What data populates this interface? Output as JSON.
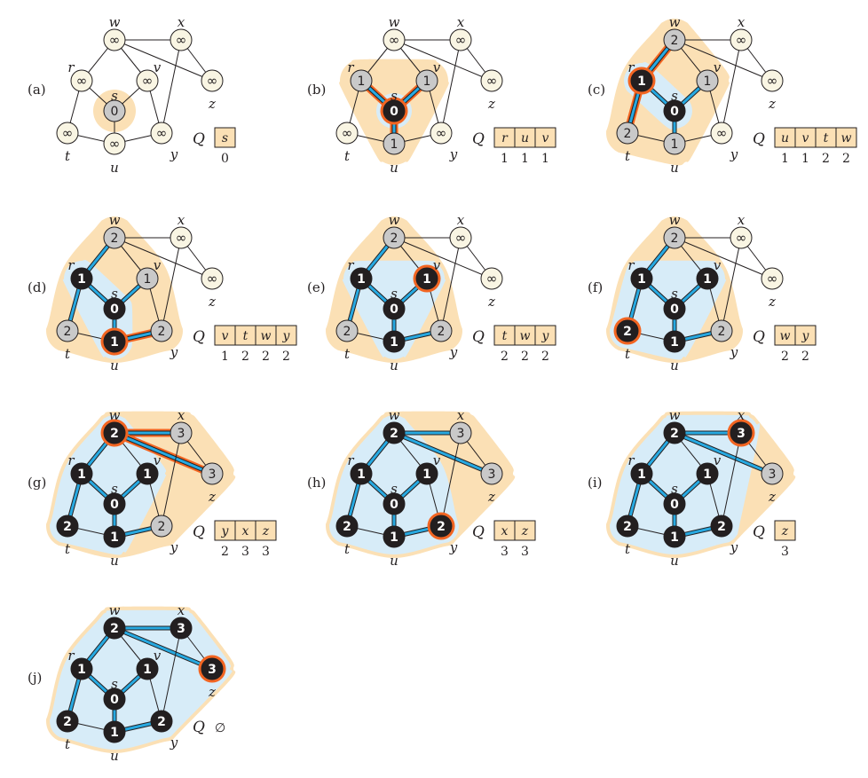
{
  "figure": {
    "infinity_symbol": "∞",
    "empty_queue_symbol": "∅",
    "queue_label": "Q",
    "colors": {
      "edge": "#231f20",
      "tree_edge": "#27a9e1",
      "highlight": "#f26522",
      "blue_region": "#d7ecf8",
      "orange_region": "#fbe0b5",
      "node_white": "#f9f5e3",
      "node_gray": "#c9c9c9",
      "node_black": "#231f20",
      "queue_fill": "#fbe0b5"
    },
    "vertices": [
      "s",
      "r",
      "u",
      "v",
      "w",
      "t",
      "y",
      "x",
      "z"
    ],
    "edges": [
      [
        "s",
        "r"
      ],
      [
        "s",
        "u"
      ],
      [
        "s",
        "v"
      ],
      [
        "r",
        "w"
      ],
      [
        "r",
        "t"
      ],
      [
        "u",
        "t"
      ],
      [
        "u",
        "y"
      ],
      [
        "v",
        "w"
      ],
      [
        "v",
        "y"
      ],
      [
        "w",
        "x"
      ],
      [
        "w",
        "z"
      ],
      [
        "x",
        "z"
      ],
      [
        "x",
        "y"
      ]
    ],
    "panels": [
      {
        "label": "(a)",
        "dist": {
          "s": "0",
          "r": "∞",
          "u": "∞",
          "v": "∞",
          "w": "∞",
          "t": "∞",
          "y": "∞",
          "x": "∞",
          "z": "∞"
        },
        "colors": {
          "s": "gray",
          "r": "white",
          "u": "white",
          "v": "white",
          "w": "white",
          "t": "white",
          "y": "white",
          "x": "white",
          "z": "white"
        },
        "tree_edges": [],
        "highlight_vertex": "",
        "highlight_edges": [],
        "queue": [
          {
            "v": "s",
            "d": "0"
          }
        ]
      },
      {
        "label": "(b)",
        "dist": {
          "s": "0",
          "r": "1",
          "u": "1",
          "v": "1",
          "w": "∞",
          "t": "∞",
          "y": "∞",
          "x": "∞",
          "z": "∞"
        },
        "colors": {
          "s": "black",
          "r": "gray",
          "u": "gray",
          "v": "gray",
          "w": "white",
          "t": "white",
          "y": "white",
          "x": "white",
          "z": "white"
        },
        "tree_edges": [
          [
            "s",
            "r"
          ],
          [
            "s",
            "u"
          ],
          [
            "s",
            "v"
          ]
        ],
        "highlight_vertex": "s",
        "highlight_edges": [
          [
            "s",
            "r"
          ],
          [
            "s",
            "u"
          ],
          [
            "s",
            "v"
          ]
        ],
        "queue": [
          {
            "v": "r",
            "d": "1"
          },
          {
            "v": "u",
            "d": "1"
          },
          {
            "v": "v",
            "d": "1"
          }
        ]
      },
      {
        "label": "(c)",
        "dist": {
          "s": "0",
          "r": "1",
          "u": "1",
          "v": "1",
          "w": "2",
          "t": "2",
          "y": "∞",
          "x": "∞",
          "z": "∞"
        },
        "colors": {
          "s": "black",
          "r": "black",
          "u": "gray",
          "v": "gray",
          "w": "gray",
          "t": "gray",
          "y": "white",
          "x": "white",
          "z": "white"
        },
        "tree_edges": [
          [
            "s",
            "r"
          ],
          [
            "s",
            "u"
          ],
          [
            "s",
            "v"
          ],
          [
            "r",
            "w"
          ],
          [
            "r",
            "t"
          ]
        ],
        "highlight_vertex": "r",
        "highlight_edges": [
          [
            "r",
            "w"
          ],
          [
            "r",
            "t"
          ]
        ],
        "queue": [
          {
            "v": "u",
            "d": "1"
          },
          {
            "v": "v",
            "d": "1"
          },
          {
            "v": "t",
            "d": "2"
          },
          {
            "v": "w",
            "d": "2"
          }
        ]
      },
      {
        "label": "(d)",
        "dist": {
          "s": "0",
          "r": "1",
          "u": "1",
          "v": "1",
          "w": "2",
          "t": "2",
          "y": "2",
          "x": "∞",
          "z": "∞"
        },
        "colors": {
          "s": "black",
          "r": "black",
          "u": "black",
          "v": "gray",
          "w": "gray",
          "t": "gray",
          "y": "gray",
          "x": "white",
          "z": "white"
        },
        "tree_edges": [
          [
            "s",
            "r"
          ],
          [
            "s",
            "u"
          ],
          [
            "s",
            "v"
          ],
          [
            "r",
            "w"
          ],
          [
            "r",
            "t"
          ],
          [
            "u",
            "y"
          ]
        ],
        "highlight_vertex": "u",
        "highlight_edges": [
          [
            "u",
            "y"
          ]
        ],
        "queue": [
          {
            "v": "v",
            "d": "1"
          },
          {
            "v": "t",
            "d": "2"
          },
          {
            "v": "w",
            "d": "2"
          },
          {
            "v": "y",
            "d": "2"
          }
        ]
      },
      {
        "label": "(e)",
        "dist": {
          "s": "0",
          "r": "1",
          "u": "1",
          "v": "1",
          "w": "2",
          "t": "2",
          "y": "2",
          "x": "∞",
          "z": "∞"
        },
        "colors": {
          "s": "black",
          "r": "black",
          "u": "black",
          "v": "black",
          "w": "gray",
          "t": "gray",
          "y": "gray",
          "x": "white",
          "z": "white"
        },
        "tree_edges": [
          [
            "s",
            "r"
          ],
          [
            "s",
            "u"
          ],
          [
            "s",
            "v"
          ],
          [
            "r",
            "w"
          ],
          [
            "r",
            "t"
          ],
          [
            "u",
            "y"
          ]
        ],
        "highlight_vertex": "v",
        "highlight_edges": [],
        "queue": [
          {
            "v": "t",
            "d": "2"
          },
          {
            "v": "w",
            "d": "2"
          },
          {
            "v": "y",
            "d": "2"
          }
        ]
      },
      {
        "label": "(f)",
        "dist": {
          "s": "0",
          "r": "1",
          "u": "1",
          "v": "1",
          "w": "2",
          "t": "2",
          "y": "2",
          "x": "∞",
          "z": "∞"
        },
        "colors": {
          "s": "black",
          "r": "black",
          "u": "black",
          "v": "black",
          "w": "gray",
          "t": "black",
          "y": "gray",
          "x": "white",
          "z": "white"
        },
        "tree_edges": [
          [
            "s",
            "r"
          ],
          [
            "s",
            "u"
          ],
          [
            "s",
            "v"
          ],
          [
            "r",
            "w"
          ],
          [
            "r",
            "t"
          ],
          [
            "u",
            "y"
          ]
        ],
        "highlight_vertex": "t",
        "highlight_edges": [],
        "queue": [
          {
            "v": "w",
            "d": "2"
          },
          {
            "v": "y",
            "d": "2"
          }
        ]
      },
      {
        "label": "(g)",
        "dist": {
          "s": "0",
          "r": "1",
          "u": "1",
          "v": "1",
          "w": "2",
          "t": "2",
          "y": "2",
          "x": "3",
          "z": "3"
        },
        "colors": {
          "s": "black",
          "r": "black",
          "u": "black",
          "v": "black",
          "w": "black",
          "t": "black",
          "y": "gray",
          "x": "gray",
          "z": "gray"
        },
        "tree_edges": [
          [
            "s",
            "r"
          ],
          [
            "s",
            "u"
          ],
          [
            "s",
            "v"
          ],
          [
            "r",
            "w"
          ],
          [
            "r",
            "t"
          ],
          [
            "u",
            "y"
          ],
          [
            "w",
            "x"
          ],
          [
            "w",
            "z"
          ]
        ],
        "highlight_vertex": "w",
        "highlight_edges": [
          [
            "w",
            "x"
          ],
          [
            "w",
            "z"
          ]
        ],
        "queue": [
          {
            "v": "y",
            "d": "2"
          },
          {
            "v": "x",
            "d": "3"
          },
          {
            "v": "z",
            "d": "3"
          }
        ]
      },
      {
        "label": "(h)",
        "dist": {
          "s": "0",
          "r": "1",
          "u": "1",
          "v": "1",
          "w": "2",
          "t": "2",
          "y": "2",
          "x": "3",
          "z": "3"
        },
        "colors": {
          "s": "black",
          "r": "black",
          "u": "black",
          "v": "black",
          "w": "black",
          "t": "black",
          "y": "black",
          "x": "gray",
          "z": "gray"
        },
        "tree_edges": [
          [
            "s",
            "r"
          ],
          [
            "s",
            "u"
          ],
          [
            "s",
            "v"
          ],
          [
            "r",
            "w"
          ],
          [
            "r",
            "t"
          ],
          [
            "u",
            "y"
          ],
          [
            "w",
            "x"
          ],
          [
            "w",
            "z"
          ]
        ],
        "highlight_vertex": "y",
        "highlight_edges": [],
        "queue": [
          {
            "v": "x",
            "d": "3"
          },
          {
            "v": "z",
            "d": "3"
          }
        ]
      },
      {
        "label": "(i)",
        "dist": {
          "s": "0",
          "r": "1",
          "u": "1",
          "v": "1",
          "w": "2",
          "t": "2",
          "y": "2",
          "x": "3",
          "z": "3"
        },
        "colors": {
          "s": "black",
          "r": "black",
          "u": "black",
          "v": "black",
          "w": "black",
          "t": "black",
          "y": "black",
          "x": "black",
          "z": "gray"
        },
        "tree_edges": [
          [
            "s",
            "r"
          ],
          [
            "s",
            "u"
          ],
          [
            "s",
            "v"
          ],
          [
            "r",
            "w"
          ],
          [
            "r",
            "t"
          ],
          [
            "u",
            "y"
          ],
          [
            "w",
            "x"
          ],
          [
            "w",
            "z"
          ]
        ],
        "highlight_vertex": "x",
        "highlight_edges": [],
        "queue": [
          {
            "v": "z",
            "d": "3"
          }
        ]
      },
      {
        "label": "(j)",
        "dist": {
          "s": "0",
          "r": "1",
          "u": "1",
          "v": "1",
          "w": "2",
          "t": "2",
          "y": "2",
          "x": "3",
          "z": "3"
        },
        "colors": {
          "s": "black",
          "r": "black",
          "u": "black",
          "v": "black",
          "w": "black",
          "t": "black",
          "y": "black",
          "x": "black",
          "z": "black"
        },
        "tree_edges": [
          [
            "s",
            "r"
          ],
          [
            "s",
            "u"
          ],
          [
            "s",
            "v"
          ],
          [
            "r",
            "w"
          ],
          [
            "r",
            "t"
          ],
          [
            "u",
            "y"
          ],
          [
            "w",
            "x"
          ],
          [
            "w",
            "z"
          ]
        ],
        "highlight_vertex": "z",
        "highlight_edges": [],
        "queue": []
      }
    ]
  }
}
